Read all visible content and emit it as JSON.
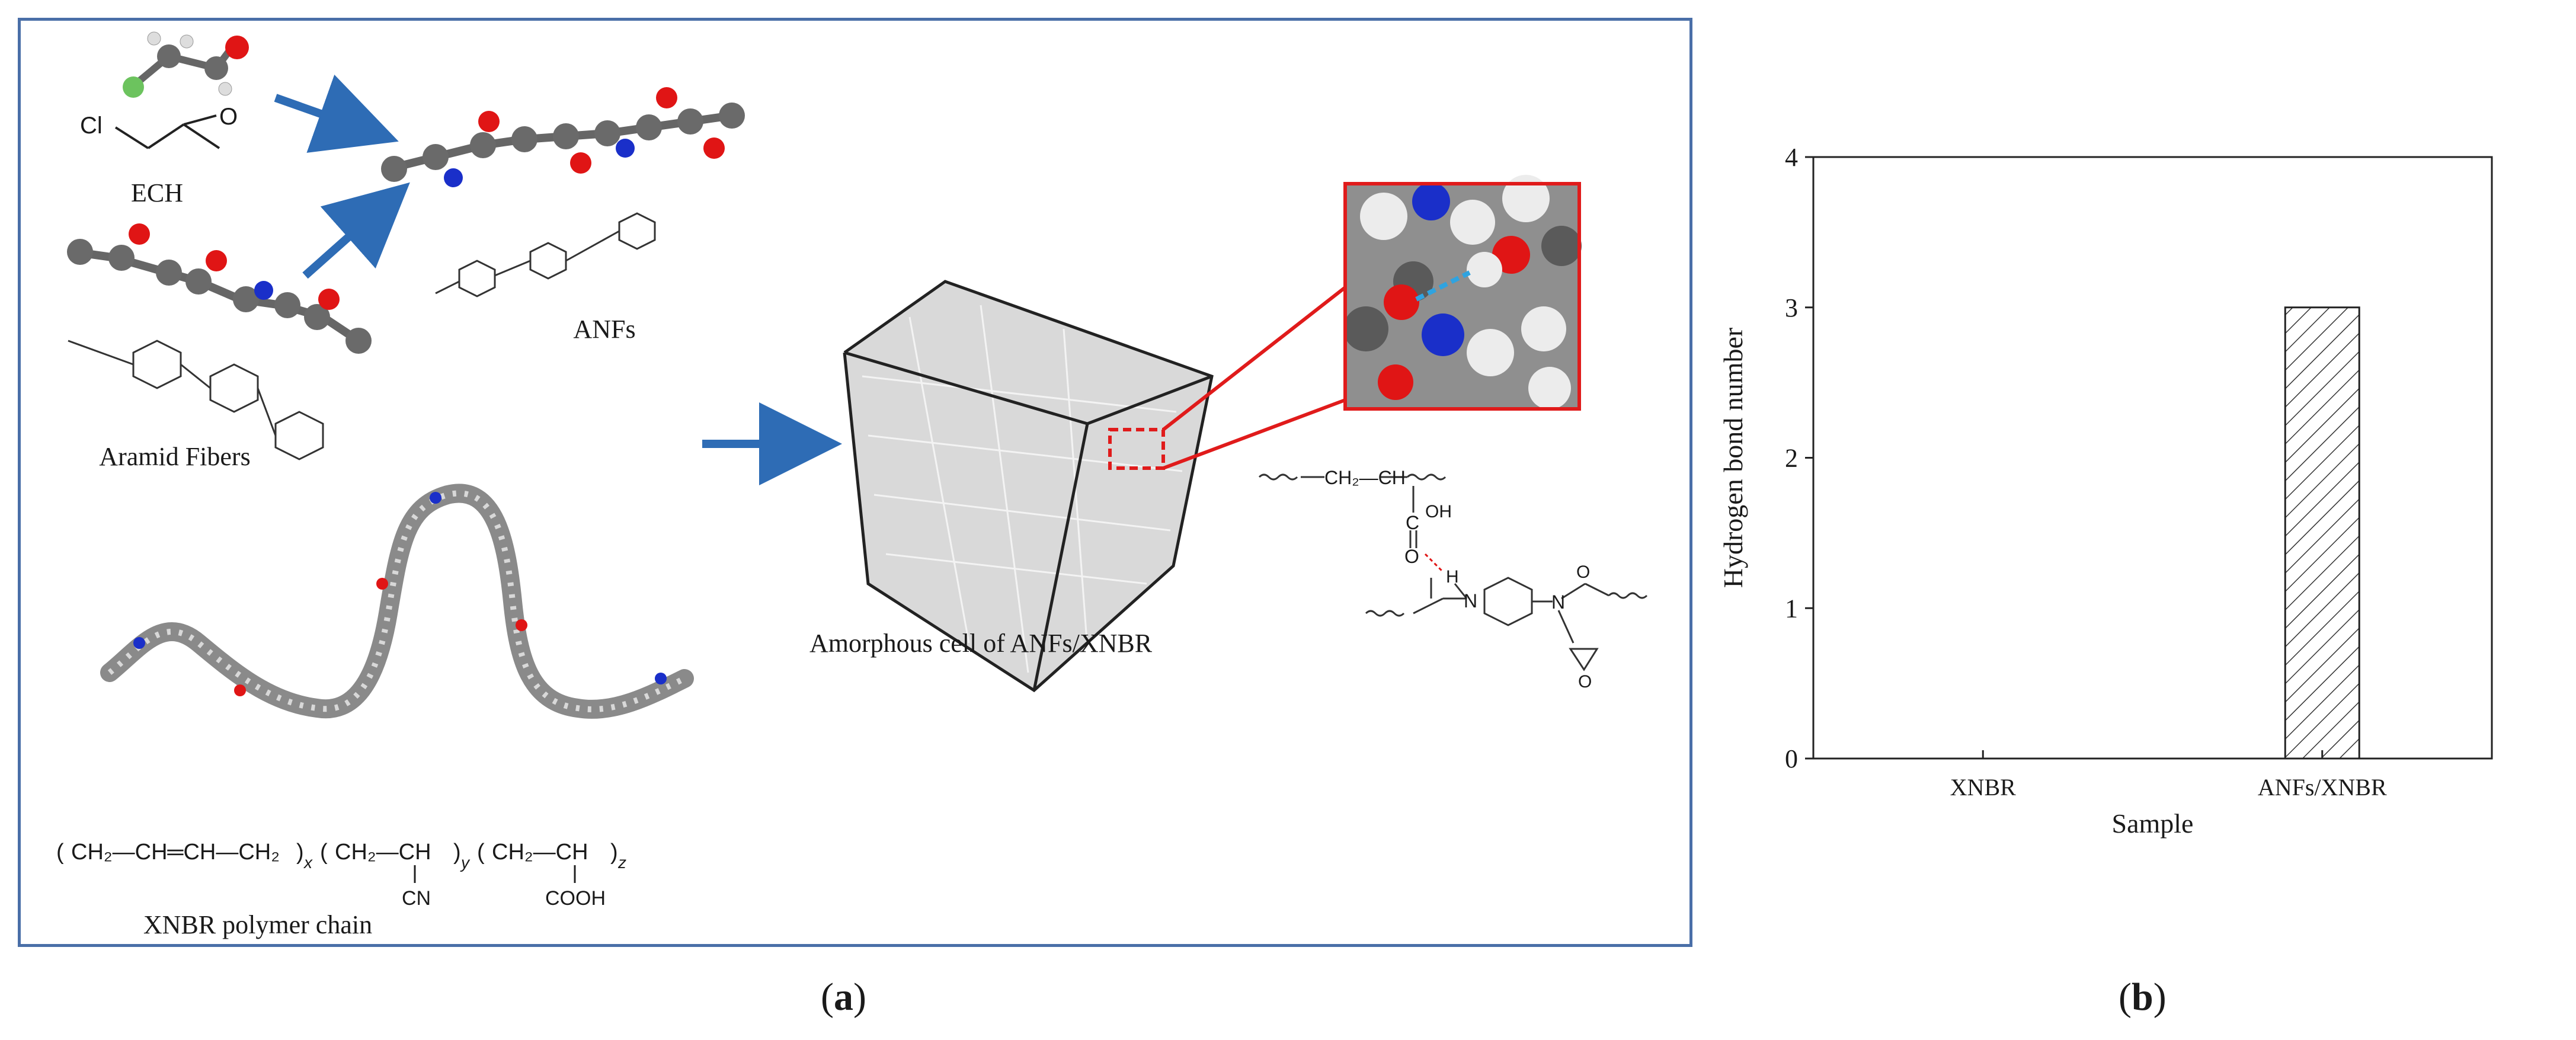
{
  "panel_a": {
    "label": "a",
    "ech_label": "ECH",
    "ech_cl": "Cl",
    "ech_o": "O",
    "aramid_label": "Aramid Fibers",
    "anfs_label": "ANFs",
    "amorphous_label": "Amorphous cell of ANFs/XNBR",
    "xnbr_label": "XNBR polymer chain",
    "formula": {
      "seg1": "CH₂—CH═CH—CH₂",
      "sub_x": "x",
      "seg2": "CH₂—CH",
      "cn": "CN",
      "sub_y": "y",
      "seg3": "CH₂—CH",
      "cooh": "COOH",
      "sub_z": "z"
    },
    "hbond_scheme": {
      "chain": "CH₂—CH",
      "carbon": "C",
      "oh": "OH",
      "o": "O",
      "h": "H",
      "n": "N",
      "n2": "N",
      "o2": "O",
      "o3": "O"
    },
    "colors": {
      "frame": "#4a6fa8",
      "arrow": "#2e6cb5",
      "highlight": "#e01b1b",
      "hbond": "#2fa3e0",
      "oxygen": "#e01515",
      "nitrogen": "#1a2fc9",
      "carbon": "#5a5a5a",
      "hydrogen": "#e6e6e6"
    }
  },
  "panel_b": {
    "label": "b"
  },
  "chart_data": {
    "type": "bar",
    "categories": [
      "XNBR",
      "ANFs/XNBR"
    ],
    "values": [
      0,
      3
    ],
    "xlabel": "Sample",
    "ylabel": "Hydrogen bond number",
    "ylim": [
      0,
      4
    ],
    "yticks": [
      0,
      1,
      2,
      3,
      4
    ],
    "bar_fill": "diagonal hatch",
    "grid": false,
    "legend": "none"
  }
}
